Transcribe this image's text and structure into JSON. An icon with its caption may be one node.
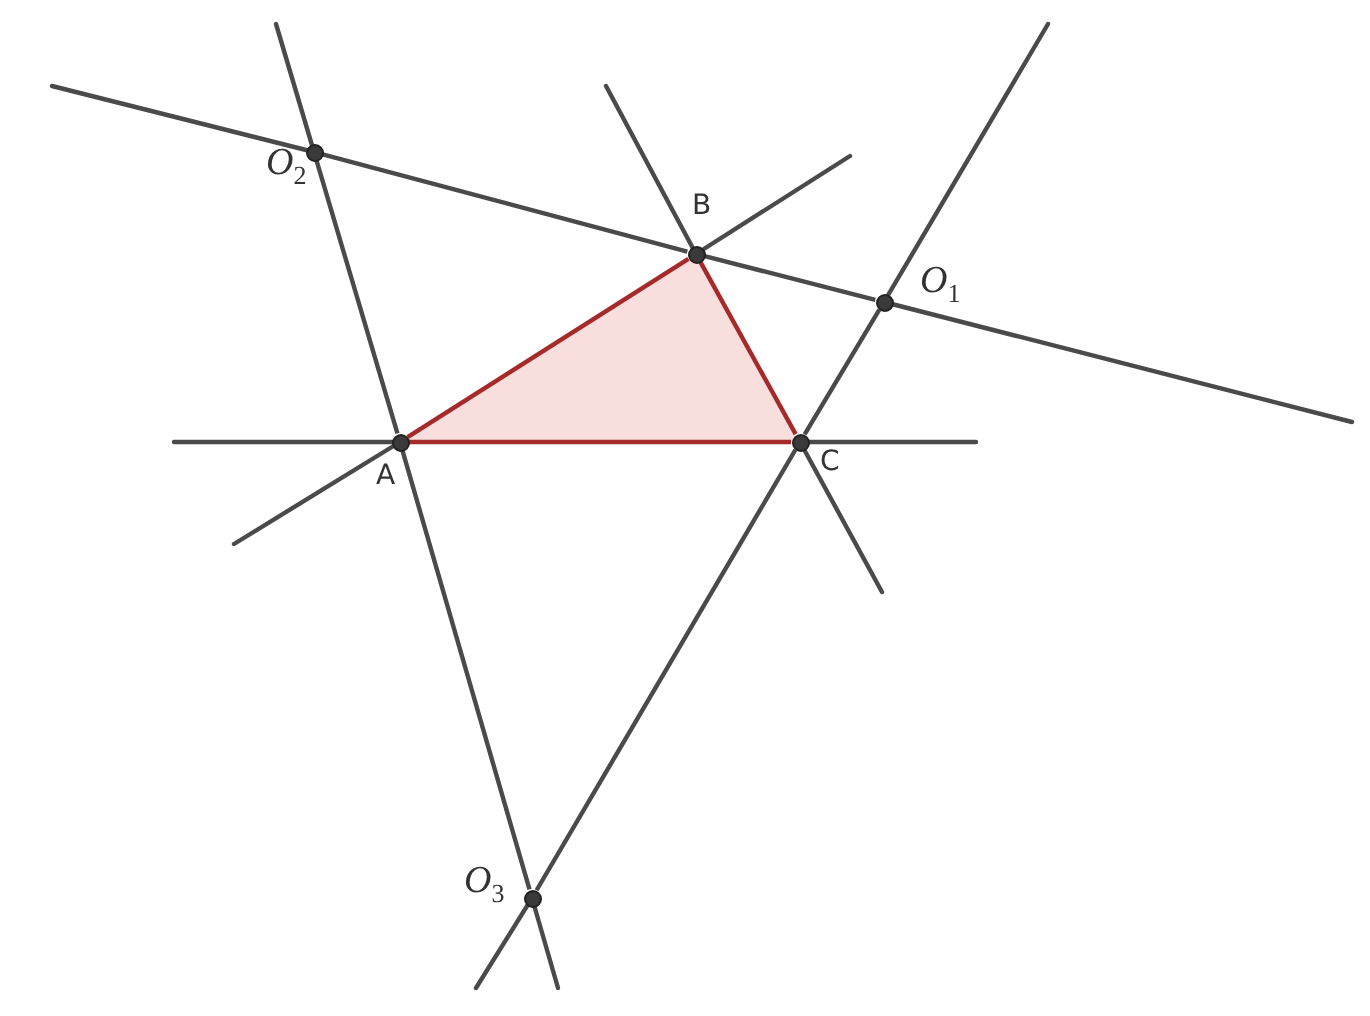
{
  "diagram": {
    "nodes": [
      {
        "text": [],
        "shape": "circle",
        "beside": [
          "O$_{2}$"
        ]
      },
      {
        "text": [],
        "shape": "circle",
        "beside": [
          "B"
        ]
      },
      {
        "text": [],
        "shape": "circle",
        "beside": [
          "O$_{1}$"
        ]
      },
      {
        "text": [],
        "shape": "circle",
        "beside": [
          "A"
        ]
      },
      {
        "text": [],
        "shape": "circle",
        "beside": [
          "C"
        ]
      },
      {
        "text": [],
        "shape": "circle",
        "beside": [
          "O$_{3}$"
        ]
      }
    ],
    "edges": [
      {
        "from": 0,
        "to": 1,
        "arrow": "none"
      },
      {
        "from": 1,
        "to": 2,
        "arrow": "none"
      },
      {
        "from": 2,
        "to": 4,
        "arrow": "none"
      },
      {
        "from": 4,
        "to": 5,
        "arrow": "none"
      },
      {
        "from": 0,
        "to": 3,
        "arrow": "none"
      },
      {
        "from": 3,
        "to": 5,
        "arrow": "none"
      },
      {
        "from": 3,
        "to": 1,
        "arrow": "none",
        "color": "#a52a2a"
      },
      {
        "from": 1,
        "to": 4,
        "arrow": "none",
        "color": "#a52a2a"
      },
      {
        "from": 4,
        "to": 3,
        "arrow": "none",
        "color": "#a52a2a"
      }
    ]
  }
}
